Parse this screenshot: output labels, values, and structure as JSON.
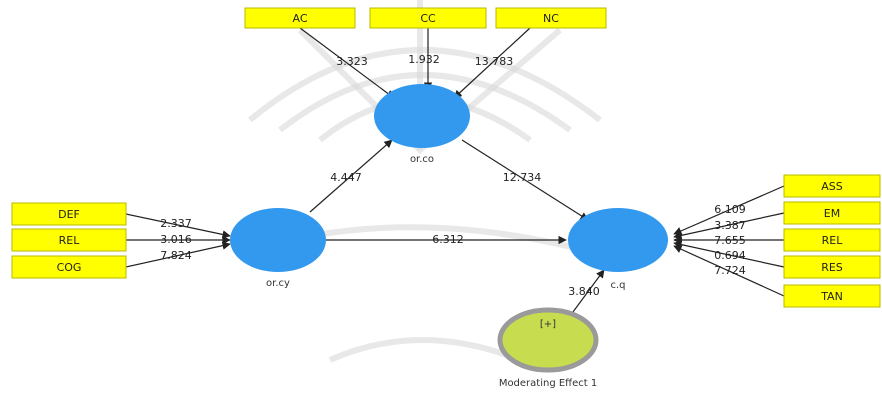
{
  "diagram": {
    "latent_variables": [
      {
        "id": "orco",
        "label": "or.co"
      },
      {
        "id": "orcy",
        "label": "or.cy"
      },
      {
        "id": "cq",
        "label": "c.q"
      },
      {
        "id": "mod",
        "label": "Moderating Effect 1",
        "inner_label": "[+]"
      }
    ],
    "indicators": [
      {
        "id": "AC",
        "label": "AC"
      },
      {
        "id": "CC",
        "label": "CC"
      },
      {
        "id": "NC",
        "label": "NC"
      },
      {
        "id": "DEF",
        "label": "DEF"
      },
      {
        "id": "REL",
        "label": "REL"
      },
      {
        "id": "COG",
        "label": "COG"
      },
      {
        "id": "ASS",
        "label": "ASS"
      },
      {
        "id": "EM",
        "label": "EM"
      },
      {
        "id": "REL2",
        "label": "REL"
      },
      {
        "id": "RES",
        "label": "RES"
      },
      {
        "id": "TAN",
        "label": "TAN"
      }
    ],
    "coefficients": {
      "AC": "3.323",
      "CC": "1.932",
      "NC": "13.783",
      "orcy_orco": "4.447",
      "orco_cq": "12.734",
      "orcy_cq": "6.312",
      "mod_cq": "3.840",
      "DEF": "2.337",
      "REL": "3.016",
      "COG": "7.824",
      "ASS": "6.109",
      "EM": "3.387",
      "REL2": "7.655",
      "RES": "0.694",
      "TAN": "7.724"
    },
    "colors": {
      "latent": "#3399ee",
      "moderator": "#c8dc50",
      "moderator_ring": "#9a9a9a",
      "indicator": "#ffff00"
    }
  }
}
